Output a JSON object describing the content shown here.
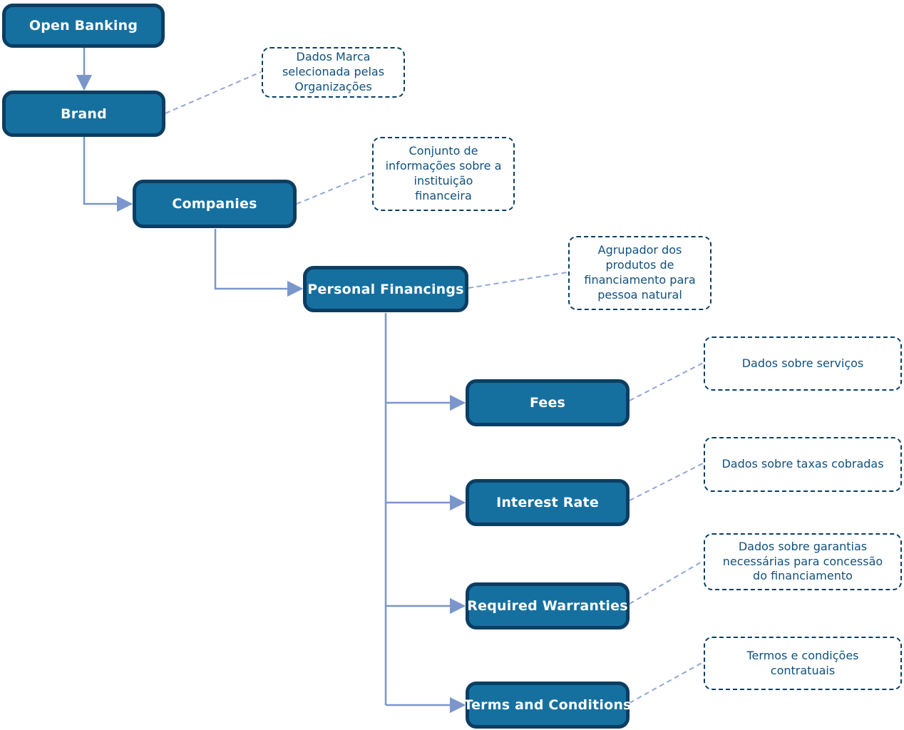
{
  "nodes": [
    {
      "id": "open-banking",
      "label": "Open Banking"
    },
    {
      "id": "brand",
      "label": "Brand"
    },
    {
      "id": "companies",
      "label": "Companies"
    },
    {
      "id": "personal-financings",
      "label": "Personal Financings"
    },
    {
      "id": "fees",
      "label": "Fees"
    },
    {
      "id": "interest-rate",
      "label": "Interest Rate"
    },
    {
      "id": "required-warranties",
      "label": "Required Warranties"
    },
    {
      "id": "terms-and-conditions",
      "label": "Terms and Conditions"
    }
  ],
  "annotations": [
    {
      "for": "brand",
      "text": "Dados Marca\nselecionada pelas\nOrganizações"
    },
    {
      "for": "companies",
      "text": "Conjunto de\ninformações sobre a\ninstituição\nfinanceira"
    },
    {
      "for": "personal-financings",
      "text": "Agrupador dos\nprodutos de\nfinanciamento para\npessoa natural"
    },
    {
      "for": "fees",
      "text": "Dados sobre serviços"
    },
    {
      "for": "interest-rate",
      "text": "Dados sobre taxas cobradas"
    },
    {
      "for": "required-warranties",
      "text": "Dados sobre garantias\nnecessárias para concessão\ndo financiamento"
    },
    {
      "for": "terms-and-conditions",
      "text": "Termos e condições\ncontratuais"
    }
  ],
  "colors": {
    "node_fill": "#16709F",
    "node_border": "#0B3E62",
    "node_text": "#FFFFFF",
    "annotation_border": "#0B3E62",
    "annotation_text": "#10507D",
    "solid_connector": "#7B96CB",
    "dashed_connector": "#92A6D5",
    "background": "#FFFFFF"
  }
}
